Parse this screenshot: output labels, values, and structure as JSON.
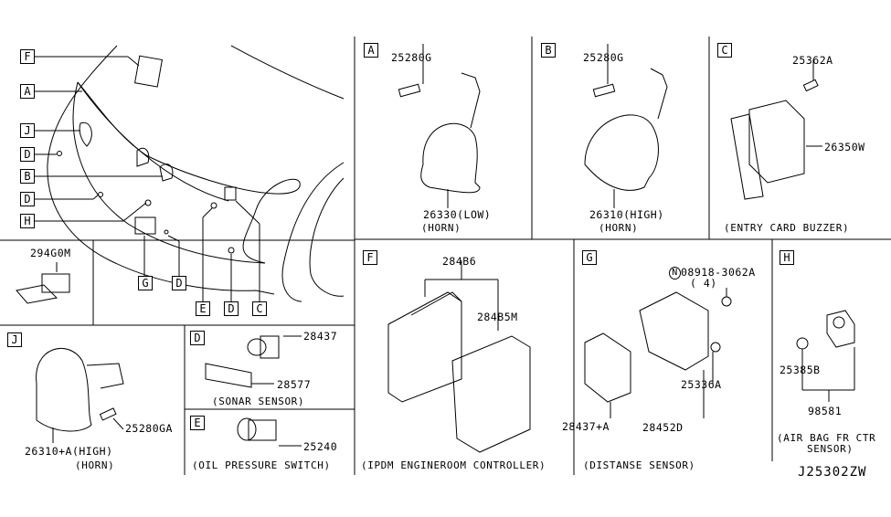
{
  "diagram_id": "J25302ZW",
  "overview": {
    "callouts": [
      "F",
      "A",
      "J",
      "D",
      "B",
      "D",
      "H",
      "G",
      "D",
      "E",
      "D",
      "C"
    ],
    "inset_part": "294G0M"
  },
  "panels": {
    "A": {
      "letter": "A",
      "bolt": "25280G",
      "part": "26330(LOW)",
      "caption": "(HORN)"
    },
    "B": {
      "letter": "B",
      "bolt": "25280G",
      "part": "26310(HIGH)",
      "caption": "(HORN)"
    },
    "C": {
      "letter": "C",
      "bolt": "25362A",
      "part": "26350W",
      "caption": "(ENTRY CARD BUZZER)"
    },
    "F": {
      "letter": "F",
      "part_top": "284B6",
      "part_frame": "284B5M",
      "caption": "(IPDM ENGINEROOM CONTROLLER)"
    },
    "G": {
      "letter": "G",
      "nut_symbol": "N",
      "nut": "08918-3062A",
      "nut_qty": "( 4)",
      "bolt": "25336A",
      "sensor": "28437+A",
      "bracket": "28452D",
      "caption": "(DISTANSE SENSOR)"
    },
    "H": {
      "letter": "H",
      "nut": "25385B",
      "assembly": "98581",
      "caption_line1": "(AIR BAG FR CTR",
      "caption_line2": "SENSOR)"
    },
    "J": {
      "letter": "J",
      "bolt": "25280GA",
      "part": "26310+A(HIGH)",
      "caption": "(HORN)"
    },
    "D": {
      "letter": "D",
      "sensor": "28437",
      "holder": "28577",
      "caption": "(SONAR SENSOR)"
    },
    "E": {
      "letter": "E",
      "part": "25240",
      "caption": "(OIL PRESSURE SWITCH)"
    }
  }
}
